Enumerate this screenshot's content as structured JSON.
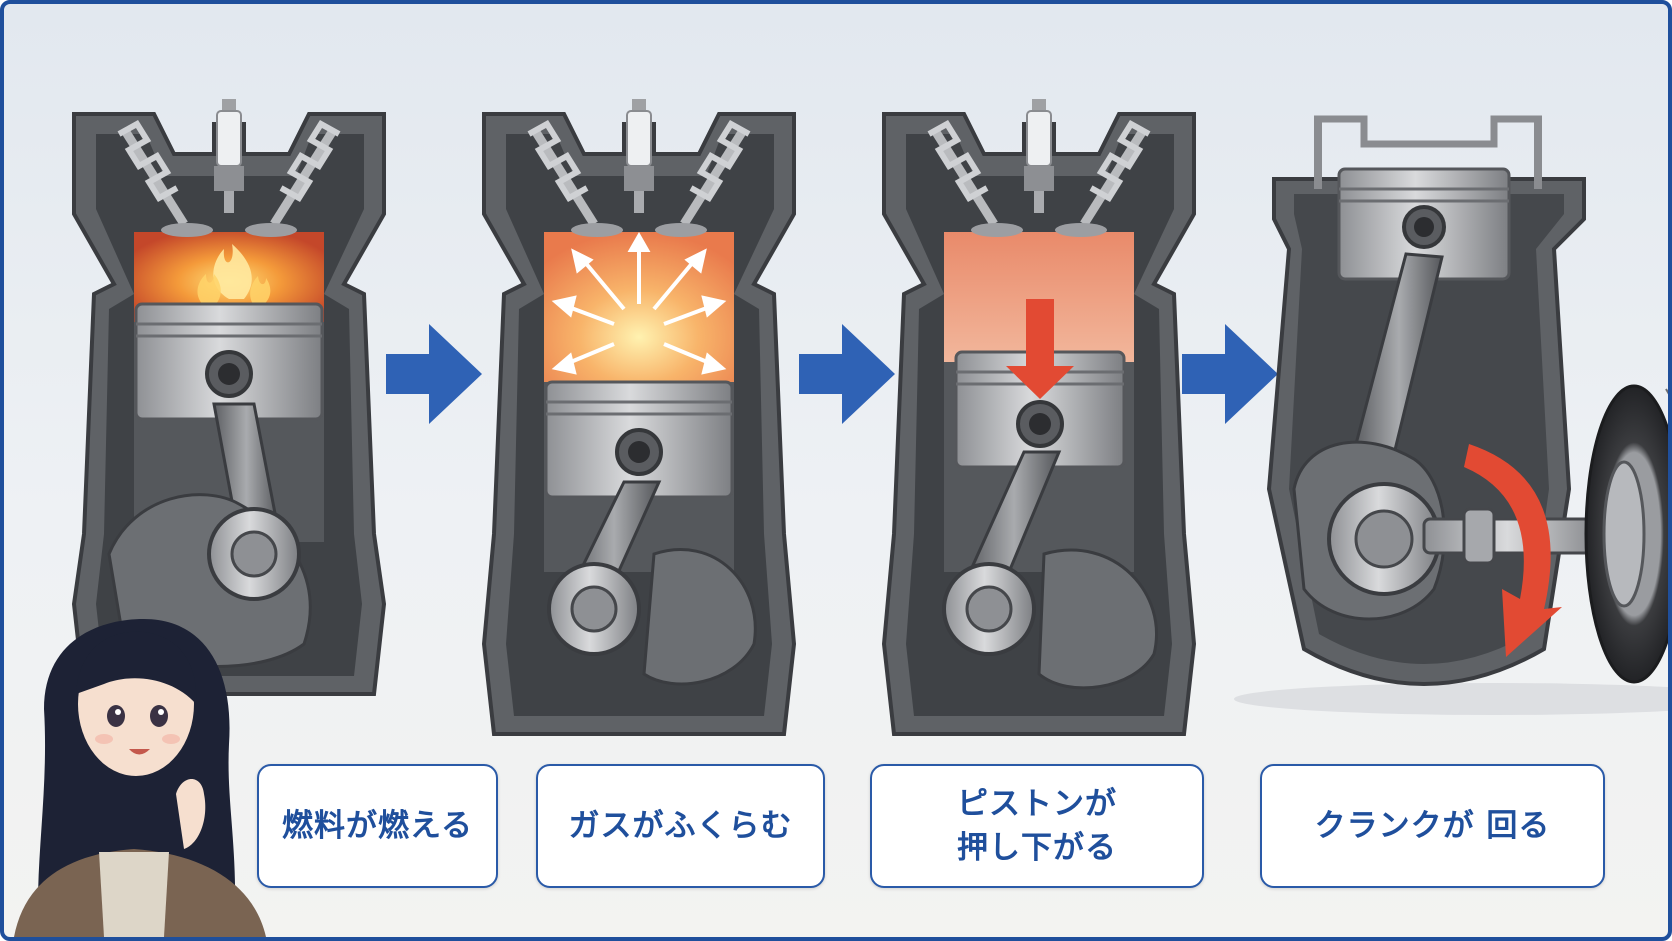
{
  "steps": [
    {
      "label": "燃料が燃える"
    },
    {
      "label_line1": "ガスがふくらむ"
    },
    {
      "label_line1": "ピストンが",
      "label_line2": "押し下がる"
    },
    {
      "label": "クランクが 回る"
    }
  ],
  "colors": {
    "frame_border": "#1f4f9c",
    "label_text": "#1f4f9c",
    "step_arrow": "#2f62b5",
    "flame": "#f07a2a",
    "down_arrow": "#e24a33"
  },
  "icons": [
    "spark-plug-icon",
    "flame-icon",
    "expansion-arrows-icon",
    "down-arrow-icon",
    "rotation-arrow-icon",
    "flywheel-icon",
    "person-illustration"
  ]
}
